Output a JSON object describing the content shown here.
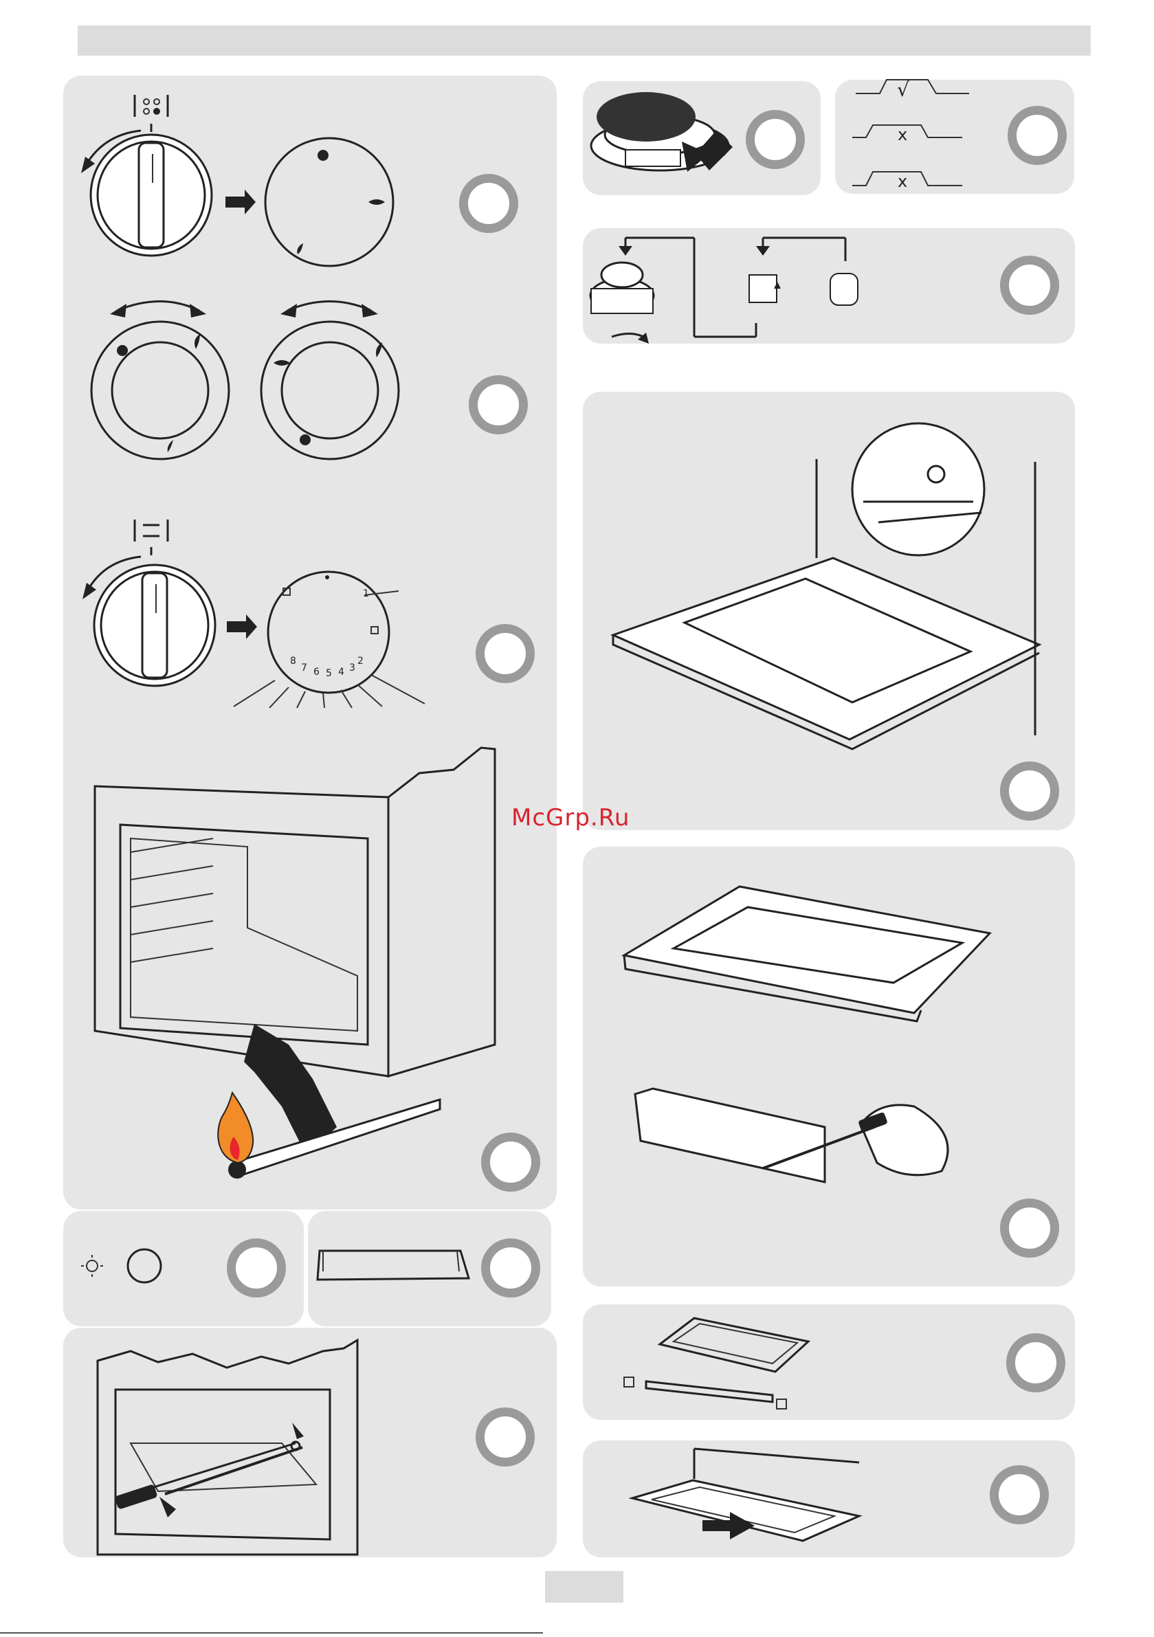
{
  "watermark": {
    "text": "McGrp.Ru",
    "color": "#d9232e"
  },
  "dial_numbers": [
    "1",
    "2",
    "3",
    "4",
    "5",
    "6",
    "7",
    "8"
  ],
  "colors": {
    "panel": "#e6e6e6",
    "badge_ring": "#9a9a9a",
    "header_bar": "#dcdcdc",
    "flame_outer": "#f28c28",
    "flame_inner": "#e8262b"
  },
  "icons": [
    "knob-icon",
    "dial-icon",
    "burner-icon",
    "flame-icon",
    "match-icon",
    "oven-cavity-icon",
    "oven-door-icon",
    "screwdriver-icon",
    "lamp-icon",
    "tray-icon",
    "arrow-icon"
  ]
}
